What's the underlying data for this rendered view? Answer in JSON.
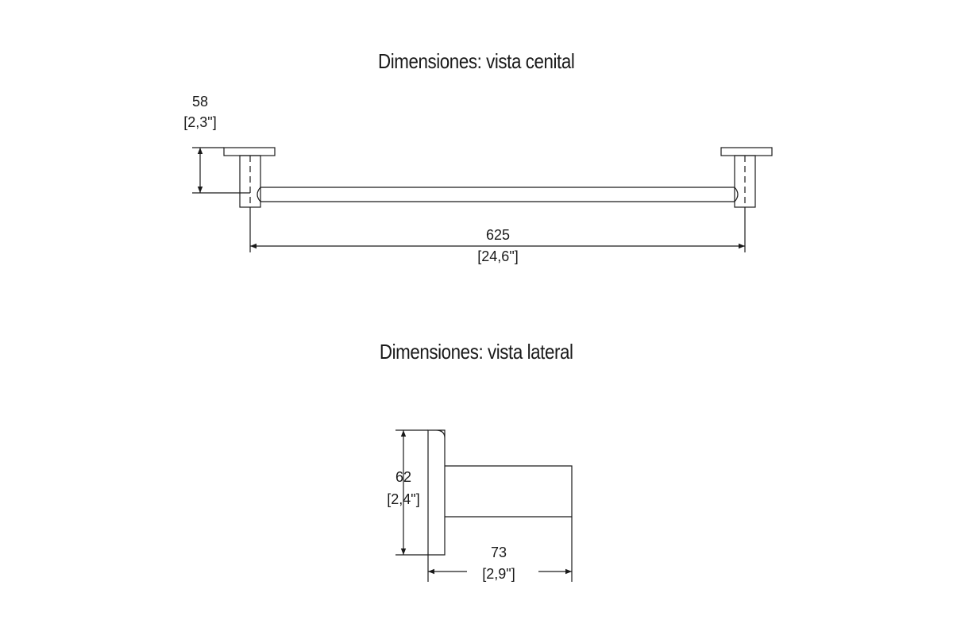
{
  "titles": {
    "top_view": "Dimensiones: vista cenital",
    "side_view": "Dimensiones: vista lateral"
  },
  "dimensions": {
    "depth": {
      "mm": "58",
      "in": "[2,3\"]"
    },
    "length": {
      "mm": "625",
      "in": "[24,6\"]"
    },
    "height": {
      "mm": "62",
      "in": "[2,4\"]"
    },
    "projection": {
      "mm": "73",
      "in": "[2,9\"]"
    }
  },
  "colors": {
    "line": "#1a1a1a",
    "background": "#ffffff"
  }
}
